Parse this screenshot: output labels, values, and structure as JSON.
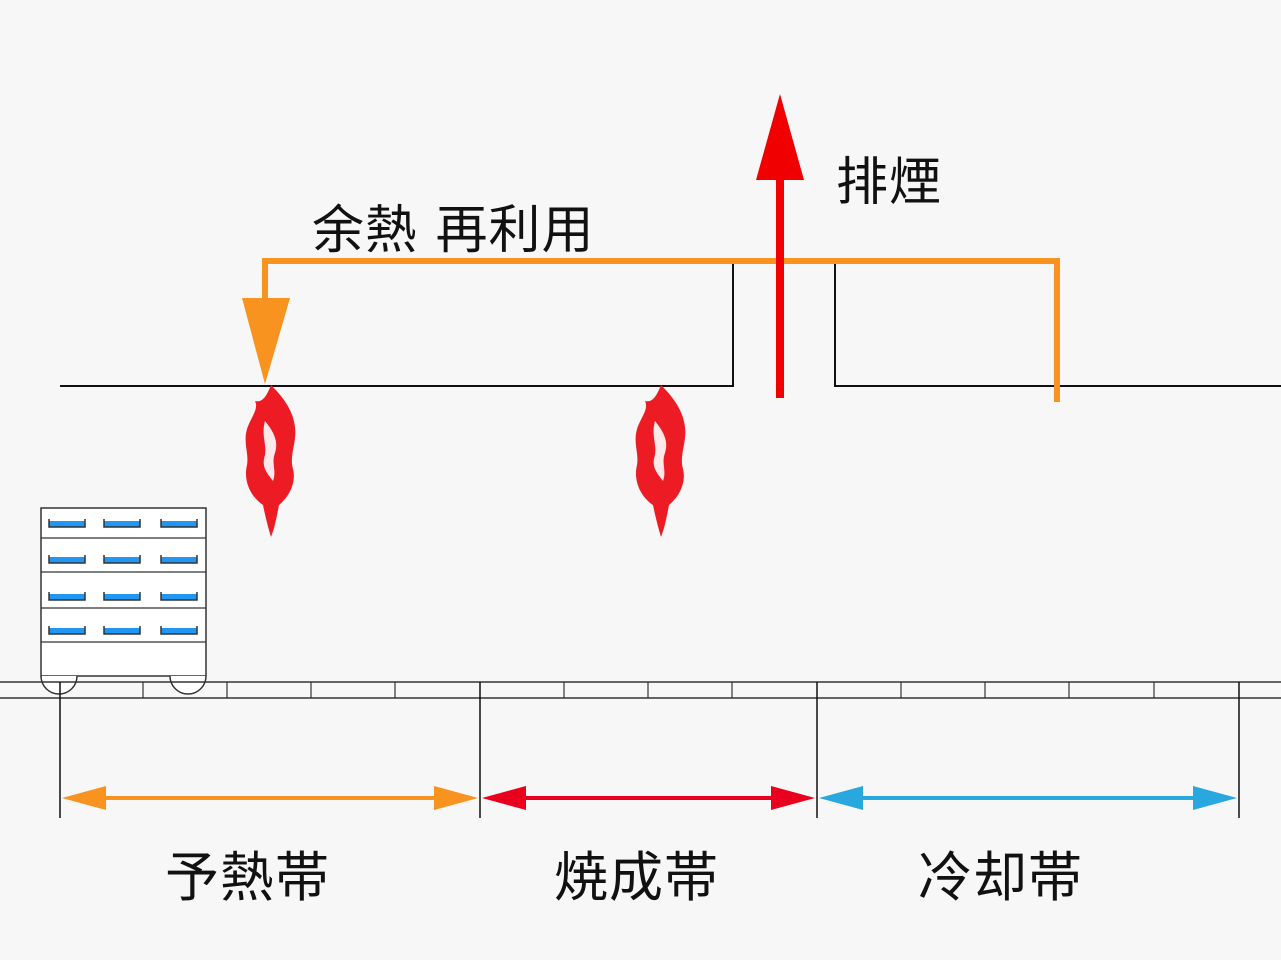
{
  "labels": {
    "exhaust": "排煙",
    "heat_reuse": "余熱 再利用"
  },
  "zones": [
    {
      "label": "予熱帯",
      "color": "#f7931e"
    },
    {
      "label": "焼成帯",
      "color": "#e8001c"
    },
    {
      "label": "冷却帯",
      "color": "#29a8e0"
    }
  ],
  "colors": {
    "heat_reuse_pipe": "#f7931e",
    "exhaust_arrow": "#f00000",
    "flame": "#ed1c24",
    "tray": "#2196f3",
    "line": "#111111",
    "background": "#f7f7f7"
  },
  "icons": [
    "flame-icon",
    "kiln-cart-icon"
  ]
}
